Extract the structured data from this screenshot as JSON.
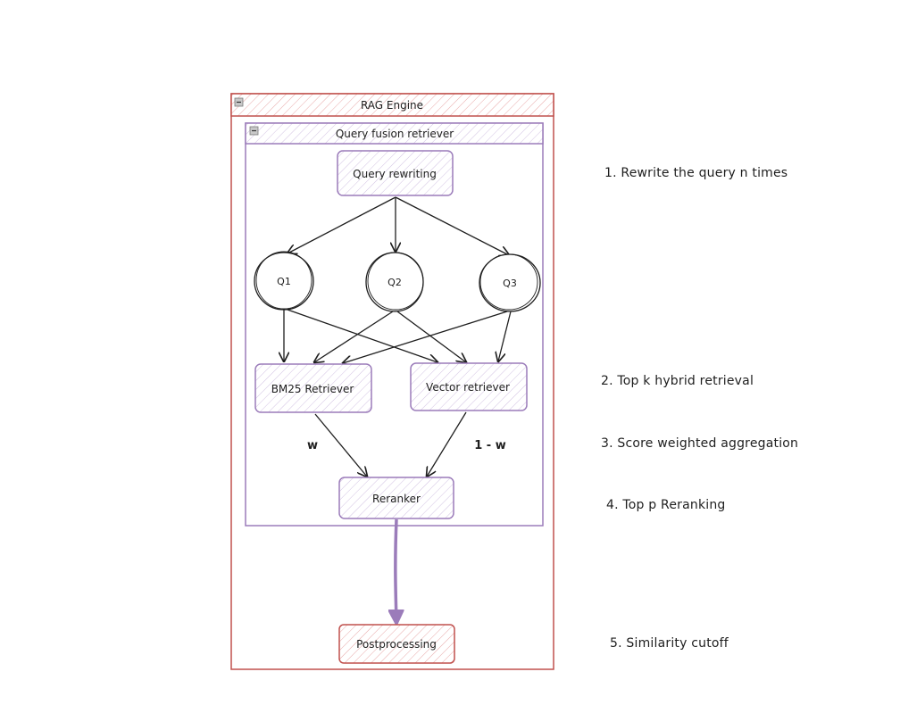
{
  "colors": {
    "engine": "#c0504d",
    "engine_fill": "#fbe4e4",
    "fusion": "#9b7cba",
    "fusion_fill": "#eee6f5",
    "ink": "#1e1e1e",
    "collapse_btn": "#c8c8c8"
  },
  "containers": {
    "engine": {
      "title": "RAG Engine",
      "collapse_icon": "minus-square-icon"
    },
    "fusion": {
      "title": "Query fusion retriever",
      "collapse_icon": "minus-square-icon"
    }
  },
  "nodes": {
    "rewrite": "Query rewriting",
    "q1": "Q1",
    "q2": "Q2",
    "q3": "Q3",
    "bm25": "BM25 Retriever",
    "vector": "Vector retriever",
    "reranker": "Reranker",
    "post": "Postprocessing"
  },
  "edge_labels": {
    "bm25_weight": "w",
    "vector_weight": "1 - w"
  },
  "edges": [
    [
      "rewrite",
      "q1"
    ],
    [
      "rewrite",
      "q2"
    ],
    [
      "rewrite",
      "q3"
    ],
    [
      "q1",
      "bm25"
    ],
    [
      "q1",
      "vector"
    ],
    [
      "q2",
      "bm25"
    ],
    [
      "q2",
      "vector"
    ],
    [
      "q3",
      "bm25"
    ],
    [
      "q3",
      "vector"
    ],
    [
      "bm25",
      "reranker"
    ],
    [
      "vector",
      "reranker"
    ],
    [
      "reranker",
      "post"
    ]
  ],
  "steps": [
    "1. Rewrite the query n times",
    "2. Top k hybrid retrieval",
    "3. Score weighted aggregation",
    "4. Top p Reranking",
    "5. Similarity cutoff"
  ]
}
